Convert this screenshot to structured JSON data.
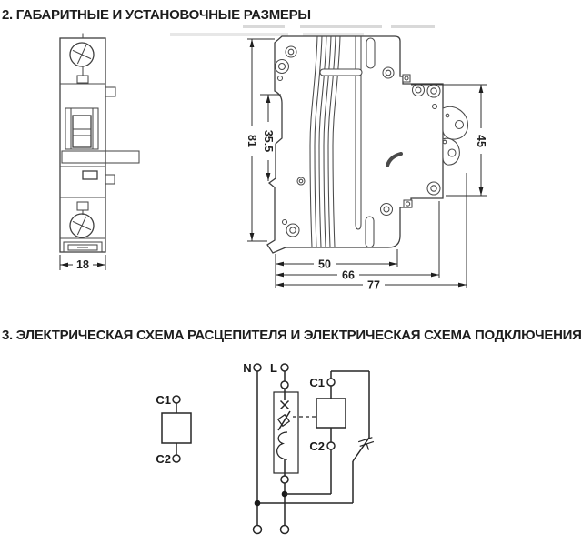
{
  "headings": {
    "dimensions": "2. ГАБАРИТНЫЕ И УСТАНОВОЧНЫЕ РАЗМЕРЫ",
    "schematics": "3. ЭЛЕКТРИЧЕСКАЯ СХЕМА РАСЦЕПИТЕЛЯ И ЭЛЕКТРИЧЕСКАЯ СХЕМА ПОДКЛЮЧЕНИЯ"
  },
  "dimensions_mm": {
    "front_width": "18",
    "body_height": "81",
    "rail_seat_offset": "35.5",
    "rail_mount_height": "45",
    "depth_base": "50",
    "depth_mid": "66",
    "depth_total": "77"
  },
  "release_diagram": {
    "terminal_top": "C1",
    "terminal_bottom": "C2"
  },
  "connection_diagram": {
    "neutral": "N",
    "line": "L",
    "terminal_top": "C1",
    "terminal_bottom": "C2"
  },
  "colors": {
    "background": "#ffffff",
    "heading_ink": "#1d1d1d",
    "drawing_line": "#4a4a4a",
    "schematic_line": "#262626"
  }
}
